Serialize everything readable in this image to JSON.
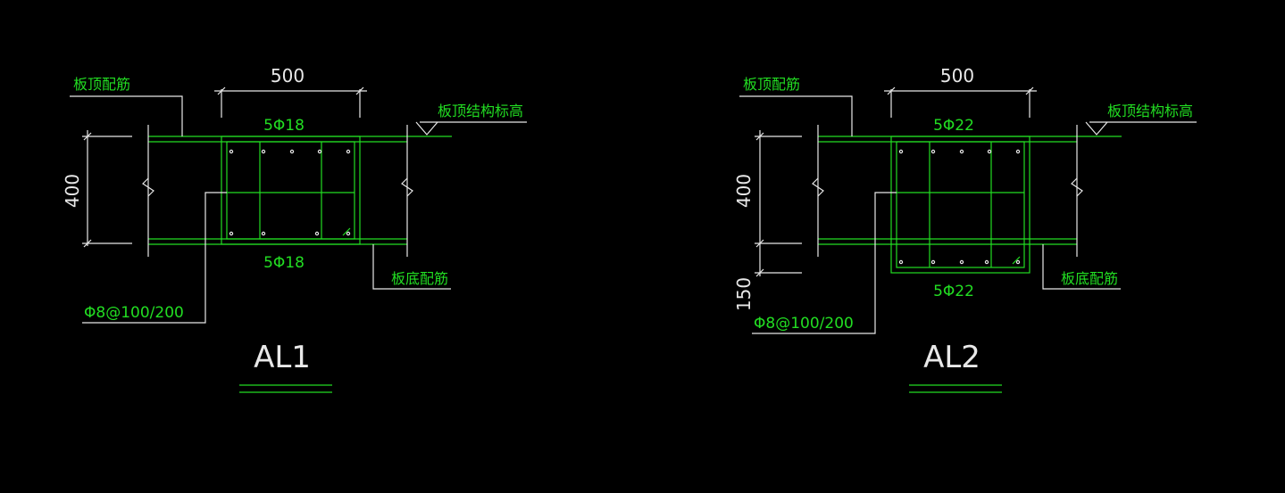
{
  "details": [
    {
      "title": "AL1",
      "width_dim": "500",
      "height_dim": "400",
      "top_bars": "5Φ18",
      "bottom_bars": "5Φ18",
      "stirrup": "Φ8@100/200",
      "slab_top_rebar": "板顶配筋",
      "slab_bottom_rebar": "板底配筋",
      "slab_top_level": "板顶结构标高"
    },
    {
      "title": "AL2",
      "width_dim": "500",
      "height_dim": "400",
      "extra_dim": "150",
      "top_bars": "5Φ22",
      "bottom_bars": "5Φ22",
      "stirrup": "Φ8@100/200",
      "slab_top_rebar": "板顶配筋",
      "slab_bottom_rebar": "板底配筋",
      "slab_top_level": "板顶结构标高"
    }
  ]
}
